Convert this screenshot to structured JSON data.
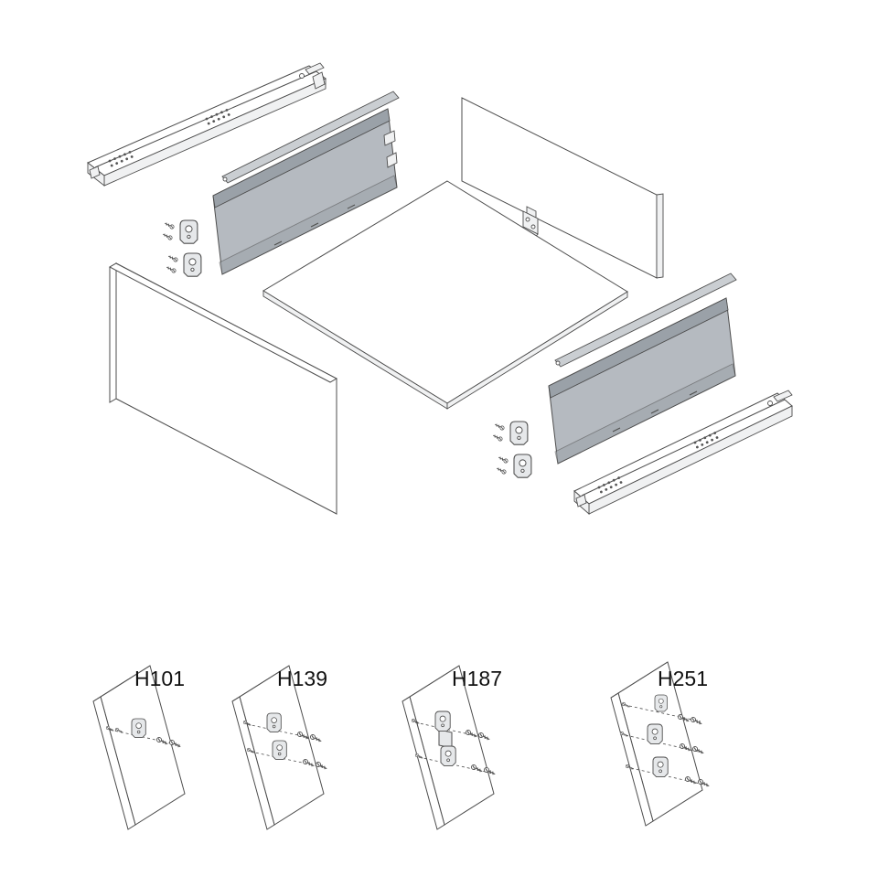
{
  "page": {
    "background": "#ffffff"
  },
  "assembly": {
    "name": "drawer-system-exploded-view",
    "parts": [
      "left-drawer-slide",
      "left-gallery-rail",
      "left-drawer-side-panel",
      "left-front-brackets",
      "cabinet-side-panel",
      "drawer-back-panel",
      "rear-fixing-bracket",
      "drawer-bottom-panel",
      "right-gallery-rail",
      "right-drawer-side-panel",
      "right-front-brackets",
      "right-drawer-slide"
    ]
  },
  "variants": [
    {
      "label": "H101"
    },
    {
      "label": "H139"
    },
    {
      "label": "H187"
    },
    {
      "label": "H251"
    }
  ],
  "colors": {
    "line": "#4d4d4d",
    "panel": "#b5bac0",
    "panel_dark": "#9aa1a8",
    "rail": "#caced2",
    "bracket": "#e6e8ea",
    "label": "#111111",
    "background": "#ffffff"
  }
}
